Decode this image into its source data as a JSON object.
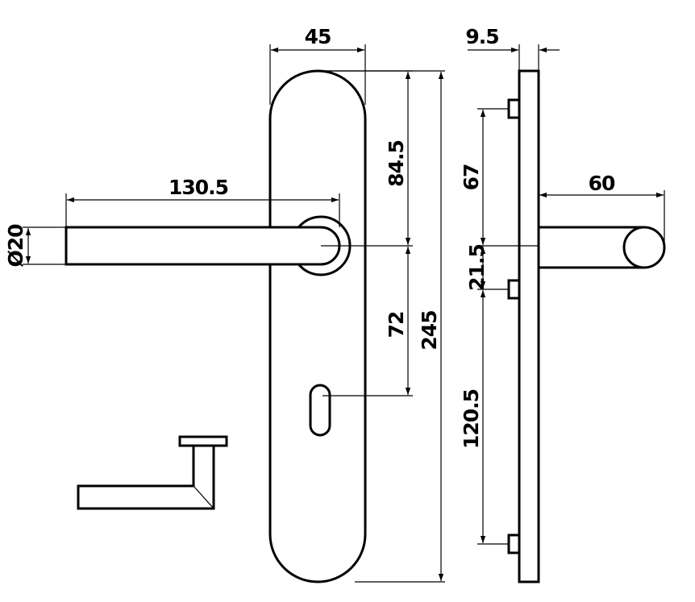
{
  "dimensions": {
    "plate_width": "45",
    "plate_thickness": "9.5",
    "lever_length": "130.5",
    "lever_diameter": "Ø20",
    "handle_to_top": "84.5",
    "handle_to_keyhole": "72",
    "total_height": "245",
    "top_screw_to_handle": "67",
    "handle_to_mid_screw": "21.5",
    "mid_to_bottom_screw": "120.5",
    "lever_projection": "60"
  },
  "colors": {
    "line": "#000000",
    "background": "#ffffff"
  }
}
